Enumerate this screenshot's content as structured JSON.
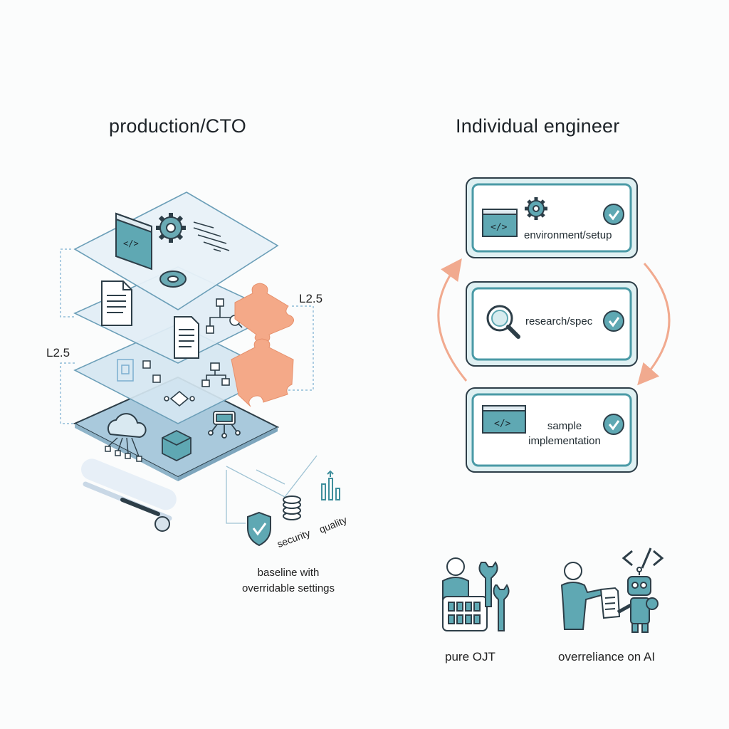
{
  "left": {
    "heading": "production/CTO",
    "level_left": "L2.5",
    "level_right": "L2.5",
    "tag_security": "security",
    "tag_quality": "quality",
    "caption_line1": "baseline with",
    "caption_line2": "overridable settings"
  },
  "right": {
    "heading": "Individual engineer",
    "steps": [
      {
        "label": "environment/setup"
      },
      {
        "label": "research/spec"
      },
      {
        "label_line1": "sample",
        "label_line2": "implementation"
      }
    ],
    "bottom_left_caption": "pure OJT",
    "bottom_right_caption": "overreliance on AI"
  },
  "colors": {
    "teal": "#3f8f9c",
    "teal_fill": "#5fa8b3",
    "layer_fill": "#dbe9f3",
    "layer_stroke": "#6c9fb8",
    "puzzle": "#f4a988",
    "cycle_arrow": "#f1aa8f",
    "box_stroke": "#4a9aa6"
  },
  "icons": [
    "code-window-icon",
    "gear-icon",
    "document-icon",
    "flowchart-icon",
    "cube-network-icon",
    "cloud-icon",
    "shield-icon",
    "coins-icon",
    "chart-arrow-icon",
    "magnifier-icon",
    "check-icon",
    "wrench-icon",
    "person-icon",
    "robot-icon",
    "slider-icon",
    "puzzle-icon"
  ]
}
